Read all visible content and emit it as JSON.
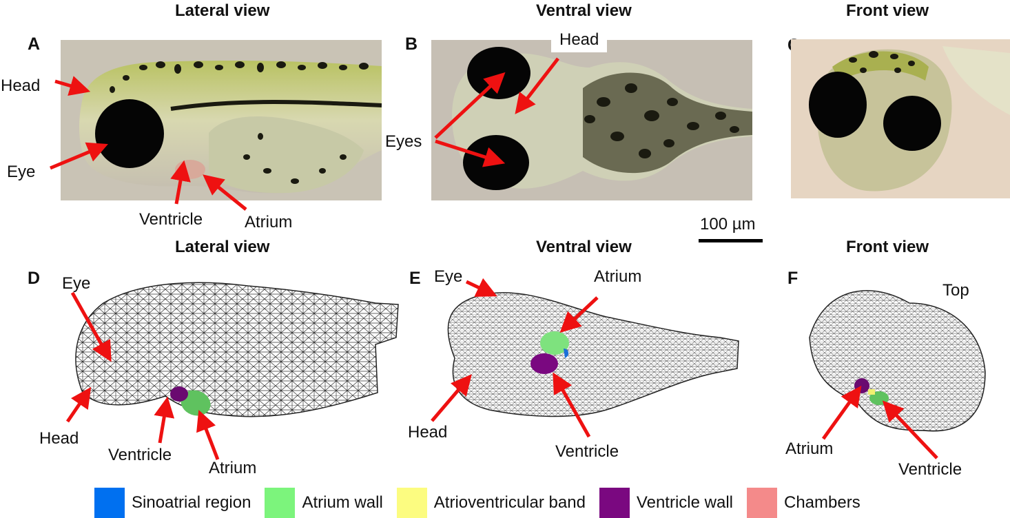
{
  "top_titles": [
    "Lateral view",
    "Ventral view",
    "Front view"
  ],
  "bottom_titles": [
    "Lateral view",
    "Ventral view",
    "Front view"
  ],
  "panel_letters": [
    "A",
    "B",
    "C",
    "D",
    "E",
    "F"
  ],
  "panelA": {
    "head": "Head",
    "eye": "Eye",
    "ventricle": "Ventricle",
    "atrium": "Atrium"
  },
  "panelB": {
    "head": "Head",
    "eyes": "Eyes"
  },
  "scale": {
    "label": "100 µm"
  },
  "panelD": {
    "eye": "Eye",
    "head": "Head",
    "ventricle": "Ventricle",
    "atrium": "Atrium"
  },
  "panelE": {
    "eye": "Eye",
    "atrium": "Atrium",
    "head": "Head",
    "ventricle": "Ventricle"
  },
  "panelF": {
    "top": "Top",
    "atrium": "Atrium",
    "ventricle": "Ventricle"
  },
  "legend": [
    {
      "label": "Sinoatrial region",
      "color": "#0070f0"
    },
    {
      "label": "Atrium wall",
      "color": "#7cf47c"
    },
    {
      "label": "Atrioventricular band",
      "color": "#fcfc80"
    },
    {
      "label": "Ventricle wall",
      "color": "#7a0880"
    },
    {
      "label": "Chambers",
      "color": "#f48a8a"
    }
  ],
  "colors": {
    "arrow": "#ee1111",
    "mesh": "#222222"
  }
}
